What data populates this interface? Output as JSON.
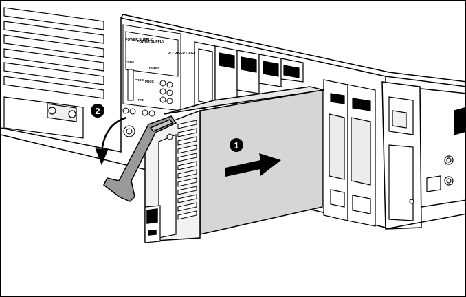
{
  "panel_labels": {
    "power_supply_1": "POWER SUPPLY",
    "power_supply_2": "POWER SUPPLY",
    "pci_riser_cage": "PCI RISER CAGE",
    "fans": "FANS",
    "dimms": "DIMMS",
    "fan": "FAN",
    "proc1": "PROC",
    "proc2": "PROC"
  },
  "callouts": {
    "step1": "1",
    "step2": "2"
  },
  "colors": {
    "line": "#000000",
    "drive_face": "#d6d6d6",
    "carrier": "#e8e8e8",
    "callout_fill": "#000000",
    "callout_text": "#ffffff"
  }
}
